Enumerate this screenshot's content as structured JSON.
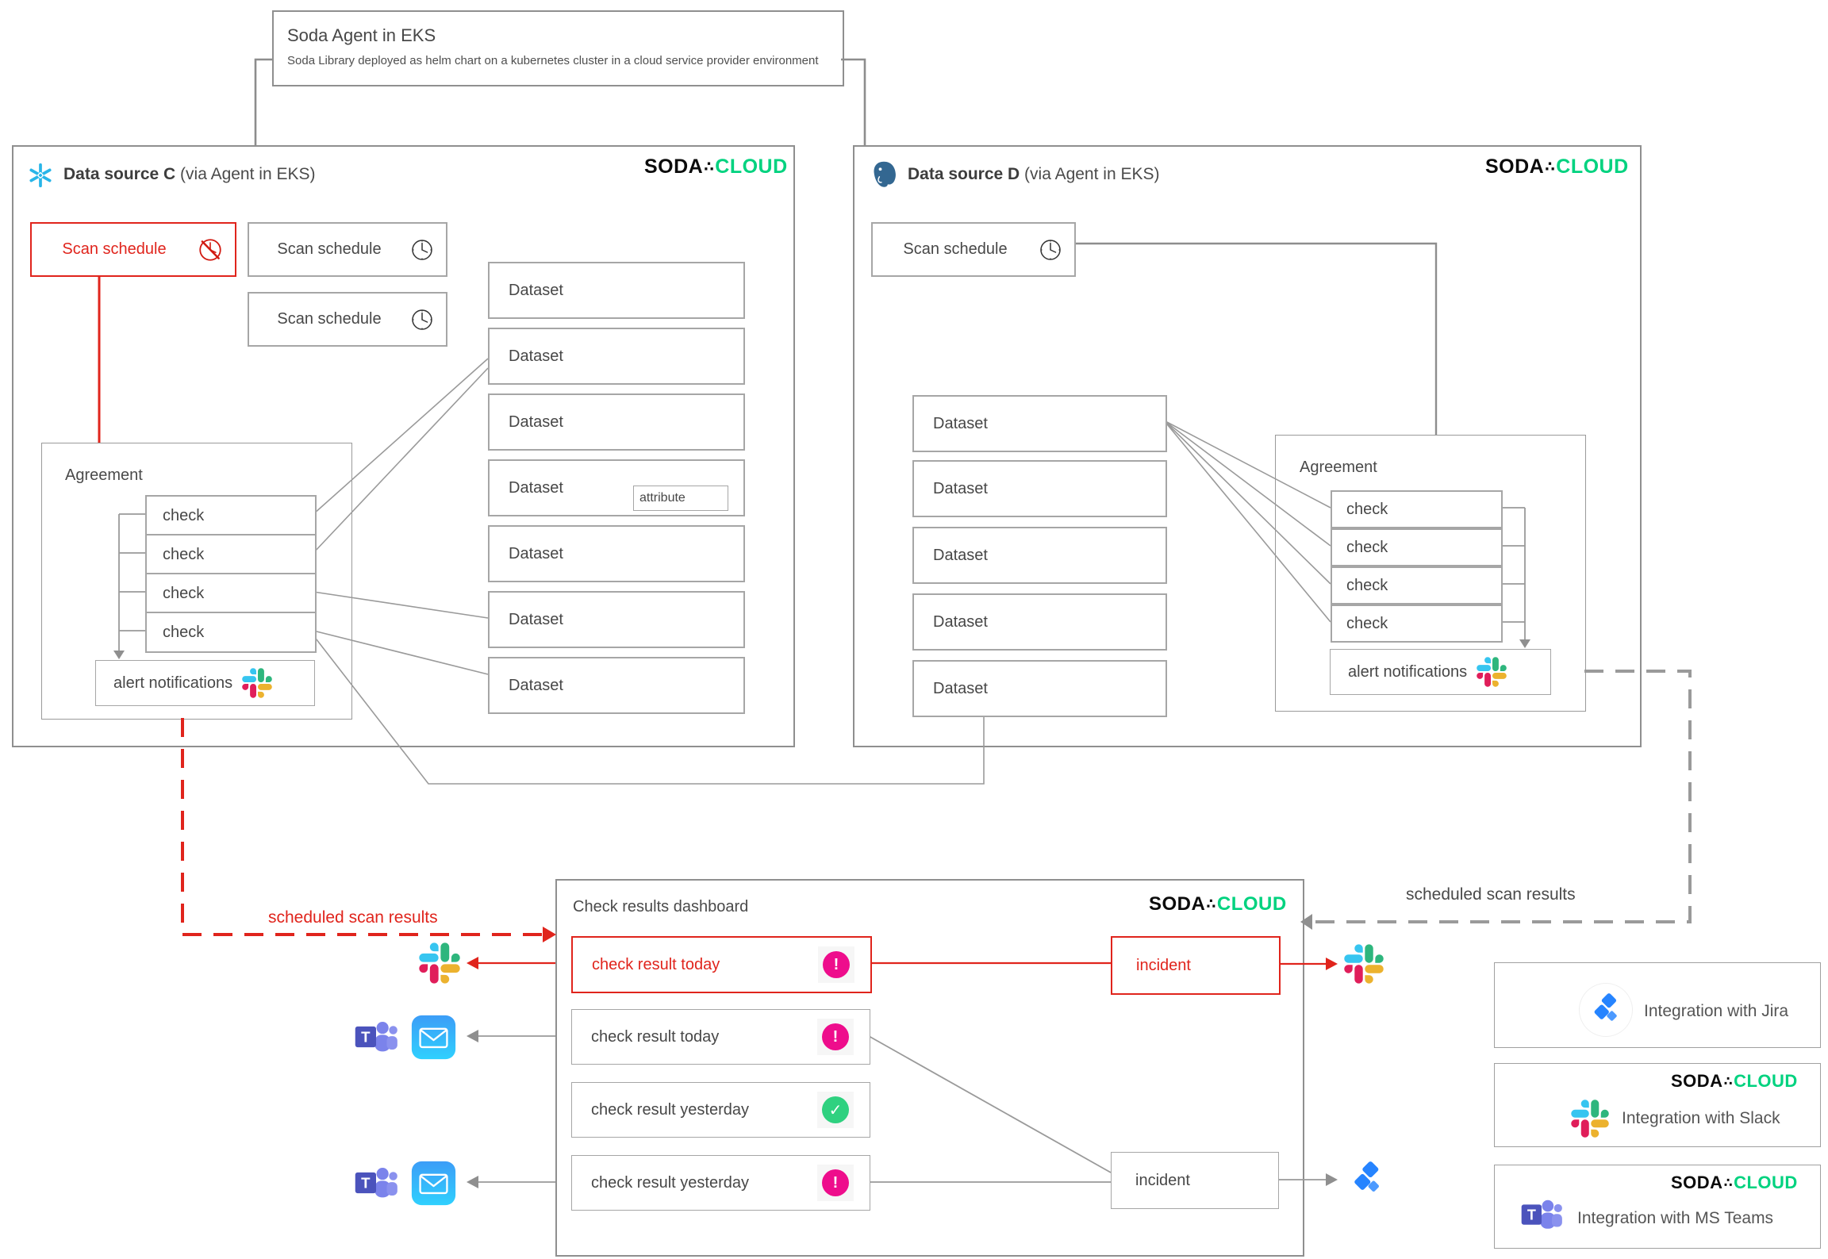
{
  "agent_box": {
    "title": "Soda Agent in EKS",
    "subtitle": "Soda Library deployed as helm chart on a kubernetes cluster in a cloud service provider environment"
  },
  "brand": {
    "soda": "SODA",
    "dots": "∴",
    "cloud": "CLOUD"
  },
  "source_c": {
    "name": "Data source C",
    "suffix": " (via Agent in EKS)",
    "scan_schedule_disabled": "Scan schedule",
    "scan_schedule_1": "Scan schedule",
    "scan_schedule_2": "Scan schedule",
    "datasets": [
      "Dataset",
      "Dataset",
      "Dataset",
      "Dataset",
      "Dataset",
      "Dataset",
      "Dataset"
    ],
    "attribute": "attribute",
    "agreement": {
      "title": "Agreement",
      "checks": [
        "check",
        "check",
        "check",
        "check"
      ],
      "alerts": "alert notifications"
    }
  },
  "source_d": {
    "name": "Data source D",
    "suffix": " (via Agent in EKS)",
    "scan_schedule": "Scan schedule",
    "datasets": [
      "Dataset",
      "Dataset",
      "Dataset",
      "Dataset",
      "Dataset"
    ],
    "agreement": {
      "title": "Agreement",
      "checks": [
        "check",
        "check",
        "check",
        "check"
      ],
      "alerts": "alert notifications"
    }
  },
  "flow_labels": {
    "left": "scheduled scan results",
    "right": "scheduled scan results"
  },
  "dashboard": {
    "title": "Check results dashboard",
    "rows": [
      {
        "label": "check result today",
        "badge": "!",
        "status": "fail"
      },
      {
        "label": "check result today",
        "badge": "!",
        "status": "fail"
      },
      {
        "label": "check result yesterday",
        "badge": "✓",
        "status": "pass"
      },
      {
        "label": "check result yesterday",
        "badge": "!",
        "status": "fail"
      }
    ],
    "incident_1": "incident",
    "incident_2": "incident"
  },
  "integrations": {
    "jira": "Integration with Jira",
    "slack": "Integration with Slack",
    "teams": "Integration with MS Teams"
  },
  "colors": {
    "brand_green": "#00D27F",
    "alert_red": "#E0241C",
    "fail_magenta": "#EE0D8C",
    "pass_green": "#2FD180",
    "line_gray": "#999999",
    "snowflake_blue": "#29B5E8",
    "postgres_blue": "#336791",
    "jira_blue": "#2684FF",
    "slack_blue": "#36C5F0",
    "slack_green": "#2EB67D",
    "slack_yellow": "#ECB22E",
    "slack_red": "#E01E5A",
    "teams_purple": "#4B53BC",
    "mail_blue": "#2E9BF7"
  }
}
